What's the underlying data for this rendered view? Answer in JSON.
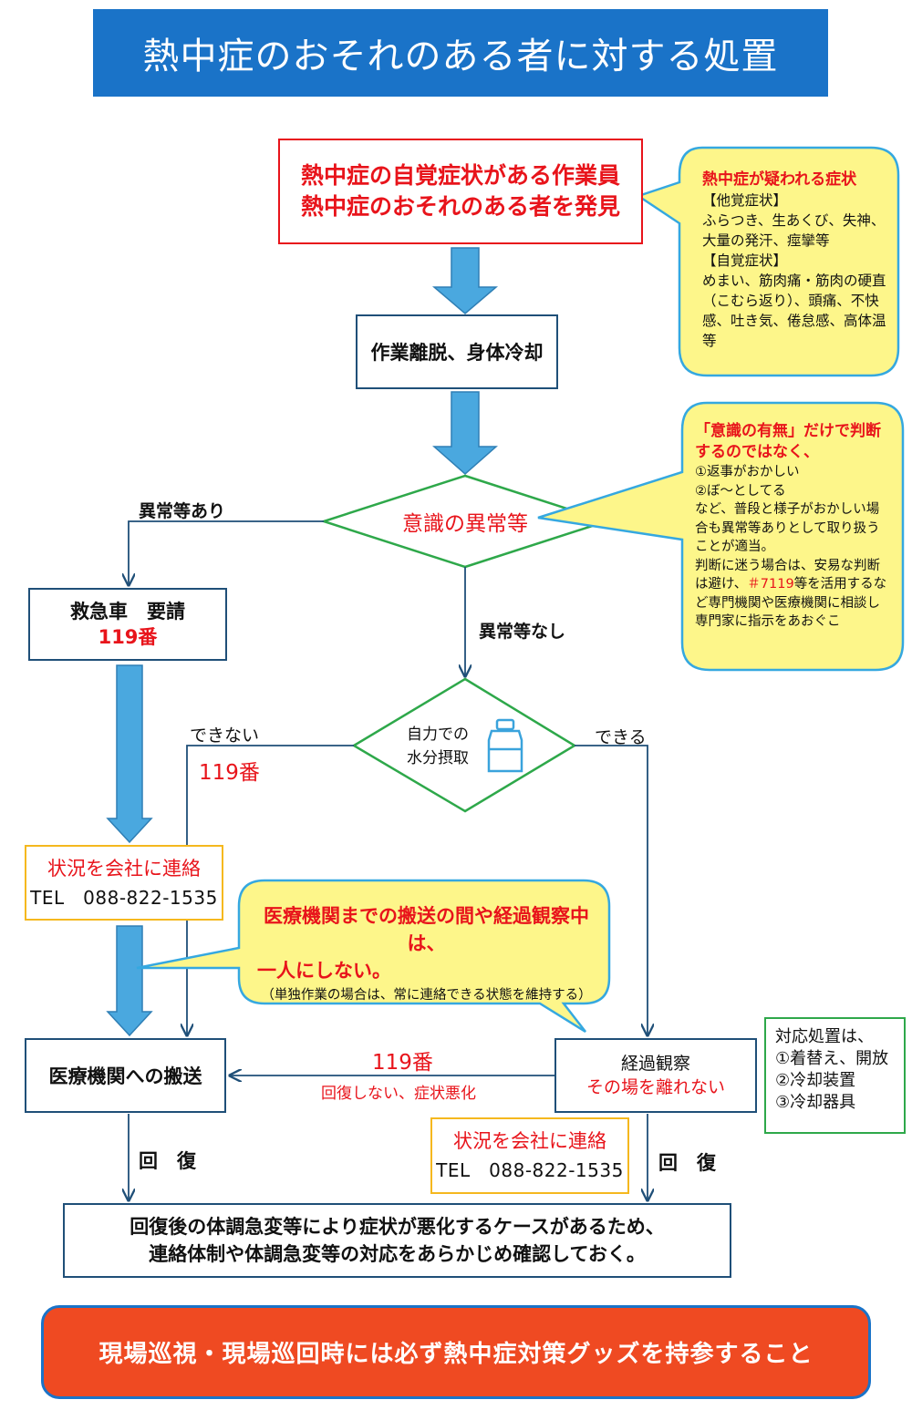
{
  "title": "熱中症のおそれのある者に対する処置",
  "start_box": {
    "line1": "熱中症の自覚症状がある作業員",
    "line2": "熱中症のおそれのある者を発見"
  },
  "step_remove": "作業離脱、身体冷却",
  "decision_consciousness": "意識の異常等",
  "label_abnormal_yes": "異常等あり",
  "label_abnormal_no": "異常等なし",
  "ambulance_box": {
    "line1": "救急車　要請",
    "line2": "119番"
  },
  "decision_water": {
    "line1": "自力での",
    "line2": "水分摂取"
  },
  "label_cannot": "できない",
  "label_can": "できる",
  "label_119_left": "119番",
  "contact_company_1": {
    "line1": "状況を会社に連絡",
    "line2": "TEL　088-822-1535"
  },
  "contact_company_2": {
    "line1": "状況を会社に連絡",
    "line2": "TEL　088-822-1535"
  },
  "transport_box": "医療機関への搬送",
  "observe_box": {
    "line1": "経過観察",
    "line2": "その場を離れない"
  },
  "label_119_middle": "119番",
  "label_not_recover": "回復しない、症状悪化",
  "label_recover_left": "回　復",
  "label_recover_right": "回　復",
  "final_box": {
    "line1": "回復後の体調急変等により症状が悪化するケースがあるため、",
    "line2": "連絡体制や体調急変等の対応をあらかじめ確認しておく。"
  },
  "bubble_symptoms": {
    "heading": "熱中症が疑われる症状",
    "other_title": "【他覚症状】",
    "other_body": "ふらつき、生あくび、失神、大量の発汗、痙攣等",
    "self_title": "【自覚症状】",
    "self_body": "めまい、筋肉痛・筋肉の硬直（こむら返り）、頭痛、不快感、吐き気、倦怠感、高体温等"
  },
  "bubble_consciousness": {
    "heading": "「意識の有無」だけで判断するのではなく、",
    "item1": "①返事がおかしい",
    "item2": "②ぼ～としてる",
    "body1": "など、普段と様子がおかしい場合も異常等ありとして取り扱うことが適当。",
    "body2a": "判断に迷う場合は、安易な判断は避け、",
    "body2b": "＃7119",
    "body2c": "等を活用するなど専門機関や医療機関に相談し専門家に指示をあおぐこ"
  },
  "bubble_alone": {
    "line1": "医療機関までの搬送の間や経過観察中は、",
    "line2": "一人にしない。",
    "note": "（単独作業の場合は、常に連絡できる状態を維持する）"
  },
  "measures_box": {
    "title": "対応処置は、",
    "item1": "①着替え、開放",
    "item2": "②冷却装置",
    "item3": "③冷却器具"
  },
  "banner": "現場巡視・現場巡回時には必ず熱中症対策グッズを持参すること",
  "colors": {
    "title_bg": "#1a73c8",
    "accent_red": "#e8141b",
    "arrow_blue": "#4aa8df",
    "bubble_yellow": "#fdf68a",
    "bubble_border": "#35a8e0",
    "banner_bg": "#ef4a22",
    "green_border": "#2ea84a",
    "orange_border": "#f5b81e"
  }
}
